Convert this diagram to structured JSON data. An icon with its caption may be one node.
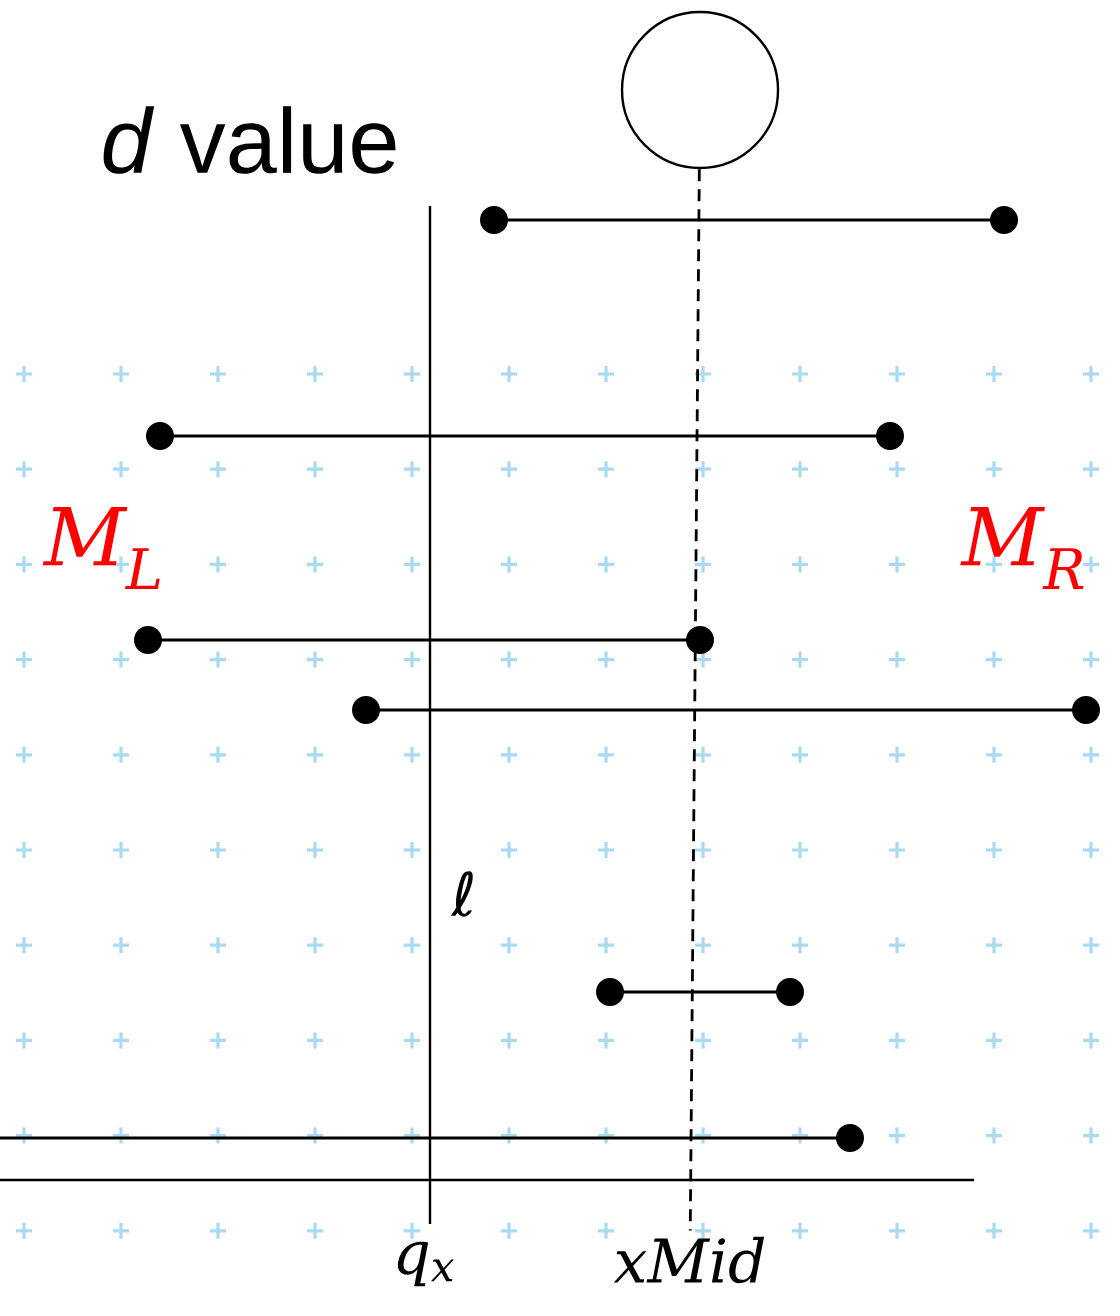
{
  "diagram": {
    "title": "*d* value",
    "nodes": [
      {
        "text": [],
        "shape": "circle"
      },
      {
        "text": [
          "xMid"
        ]
      }
    ],
    "edges": [
      {
        "from": 0,
        "to": 1,
        "arrow": "none",
        "style": "dashed"
      }
    ],
    "labels": [
      "M$_{L}$",
      "M$_{R}$",
      "ℓ",
      "q$_{x}$"
    ]
  }
}
